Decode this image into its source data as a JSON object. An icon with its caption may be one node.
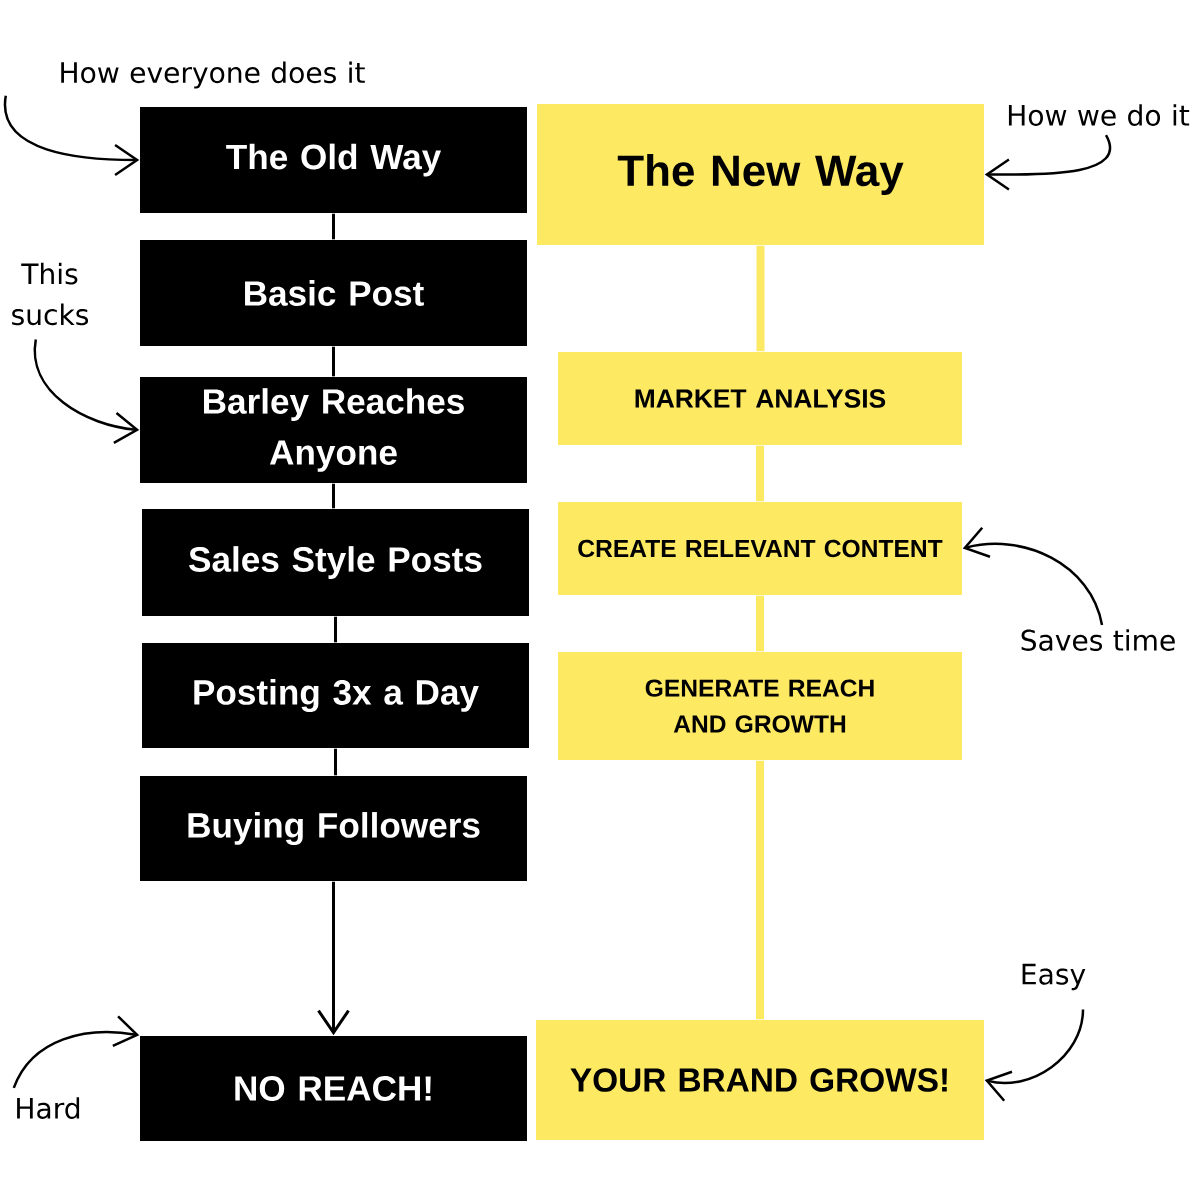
{
  "diagram": {
    "nodes": [
      {
        "text": [
          "How everyone does it"
        ]
      },
      {
        "text": [
          "The Old Way"
        ]
      },
      {
        "text": [
          "Basic Post"
        ]
      },
      {
        "text": [
          "Barley Reaches Anyone"
        ]
      },
      {
        "text": [
          "Sales Style Posts"
        ]
      },
      {
        "text": [
          "Posting 3x a Day"
        ]
      },
      {
        "text": [
          "Buying Followers"
        ]
      },
      {
        "text": [
          "NO REACH!"
        ]
      },
      {
        "text": [
          "This sucks"
        ]
      },
      {
        "text": [
          "Hard"
        ]
      },
      {
        "text": [
          "The New Way"
        ]
      },
      {
        "text": [
          "MARKET ANALYSIS"
        ]
      },
      {
        "text": [
          "CREATE RELEVANT CONTENT"
        ]
      },
      {
        "text": [
          "GENERATE REACH AND GROWTH"
        ]
      },
      {
        "text": [
          "YOUR BRAND GROWS!"
        ]
      },
      {
        "text": [
          "How we do it"
        ]
      },
      {
        "text": [
          "Saves time"
        ]
      },
      {
        "text": [
          "Easy"
        ]
      }
    ],
    "edges": [
      {
        "from": 1,
        "to": 2,
        "arrow": "none"
      },
      {
        "from": 2,
        "to": 3,
        "arrow": "none"
      },
      {
        "from": 3,
        "to": 4,
        "arrow": "none"
      },
      {
        "from": 4,
        "to": 5,
        "arrow": "none"
      },
      {
        "from": 5,
        "to": 6,
        "arrow": "none"
      },
      {
        "from": 6,
        "to": 7,
        "arrow": "to"
      },
      {
        "from": 10,
        "to": 11,
        "arrow": "none",
        "style": "thick",
        "color": "#fde962"
      },
      {
        "from": 11,
        "to": 12,
        "arrow": "none",
        "style": "thick",
        "color": "#fde962"
      },
      {
        "from": 12,
        "to": 13,
        "arrow": "none",
        "style": "thick",
        "color": "#fde962"
      },
      {
        "from": 13,
        "to": 14,
        "arrow": "none",
        "style": "thick",
        "color": "#fde962"
      },
      {
        "from": 0,
        "to": 1,
        "arrow": "to"
      },
      {
        "from": 8,
        "to": 3,
        "arrow": "to"
      },
      {
        "from": 9,
        "to": 7,
        "arrow": "to"
      },
      {
        "from": 15,
        "to": 10,
        "arrow": "to"
      },
      {
        "from": 16,
        "to": 12,
        "arrow": "to"
      },
      {
        "from": 17,
        "to": 14,
        "arrow": "to"
      }
    ]
  }
}
